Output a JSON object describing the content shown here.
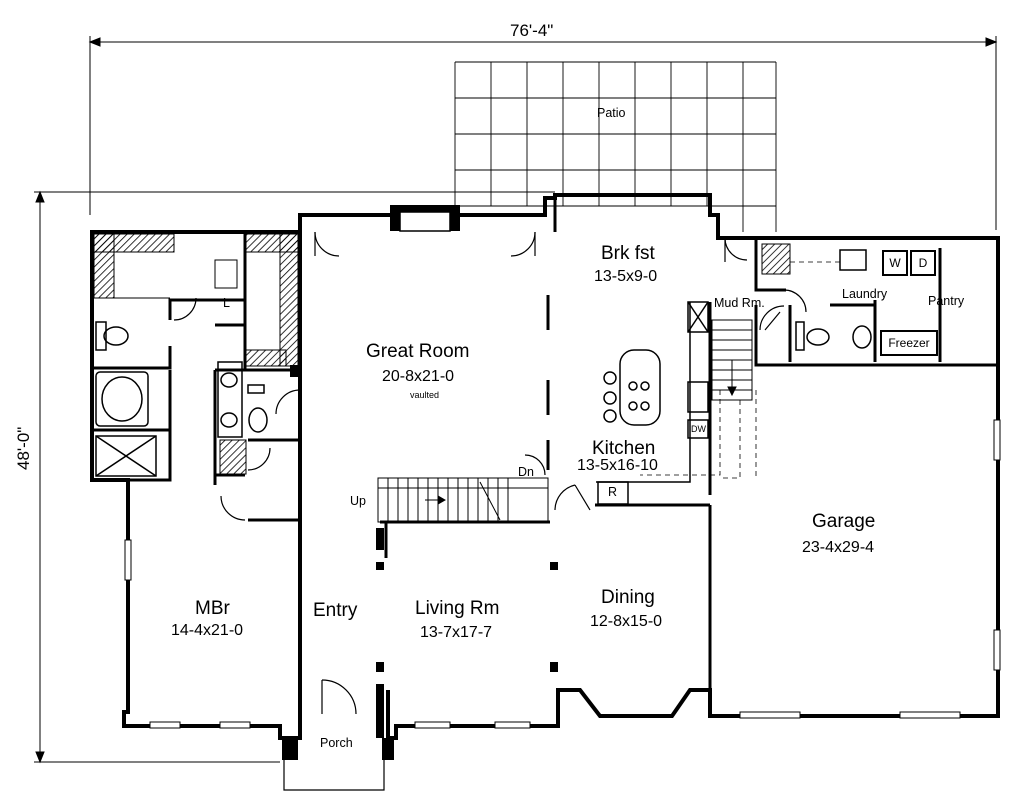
{
  "dimensions": {
    "width_label": "76'-4\"",
    "depth_label": "48'-0\""
  },
  "rooms": {
    "patio": "Patio",
    "breakfast": {
      "name": "Brk fst",
      "size": "13-5x9-0"
    },
    "great_room": {
      "name": "Great Room",
      "size": "20-8x21-0",
      "note": "vaulted"
    },
    "mud_room": "Mud Rm.",
    "laundry": "Laundry",
    "pantry": "Pantry",
    "freezer": "Freezer",
    "washer": "W",
    "dryer": "D",
    "kitchen": {
      "name": "Kitchen",
      "size": "13-5x16-10"
    },
    "dishwasher": "DW",
    "refrigerator": "R",
    "garage": {
      "name": "Garage",
      "size": "23-4x29-4"
    },
    "master_bedroom": {
      "name": "MBr",
      "size": "14-4x21-0"
    },
    "entry": "Entry",
    "living_room": {
      "name": "Living Rm",
      "size": "13-7x17-7"
    },
    "dining": {
      "name": "Dining",
      "size": "12-8x15-0"
    },
    "porch": "Porch",
    "linen": "L"
  },
  "stairs": {
    "up": "Up",
    "down": "Dn"
  }
}
